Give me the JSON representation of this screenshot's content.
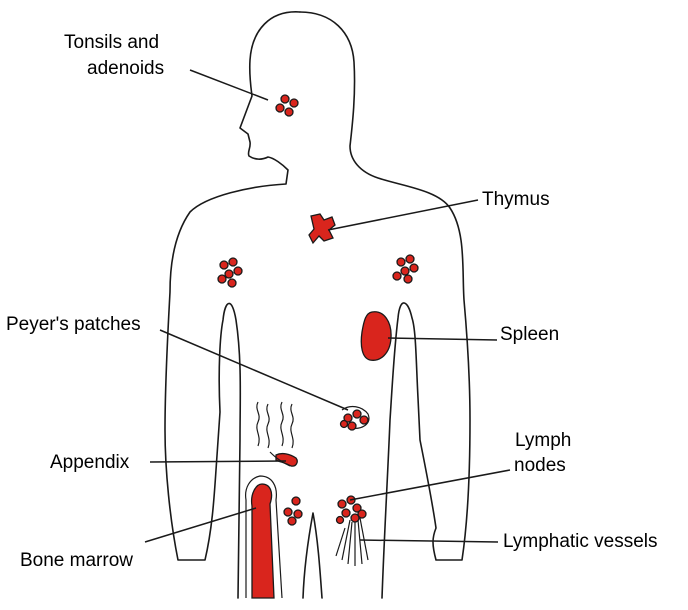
{
  "labels": {
    "tonsils_line1": "Tonsils and",
    "tonsils_line2": "adenoids",
    "thymus": "Thymus",
    "peyers": "Peyer's patches",
    "spleen": "Spleen",
    "appendix": "Appendix",
    "lymph_line1": "Lymph",
    "lymph_line2": "nodes",
    "bone_marrow": "Bone marrow",
    "lymphatic_vessels": "Lymphatic vessels"
  },
  "colors": {
    "organ": "#d9251d",
    "outline": "#1a1a1a",
    "background": "#ffffff"
  }
}
